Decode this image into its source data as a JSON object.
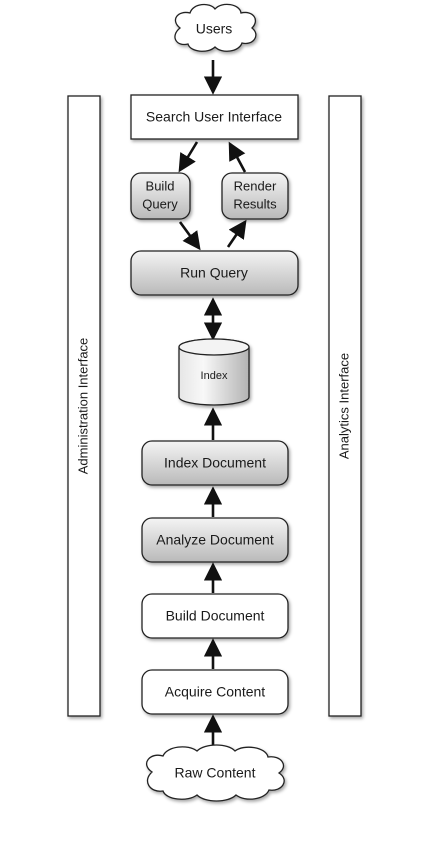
{
  "diagram": {
    "nodes": {
      "users": "Users",
      "search_ui": "Search User Interface",
      "build_query_1": "Build",
      "build_query_2": "Query",
      "render_results_1": "Render",
      "render_results_2": "Results",
      "run_query": "Run Query",
      "index": "Index",
      "index_document": "Index Document",
      "analyze_document": "Analyze Document",
      "build_document": "Build Document",
      "acquire_content": "Acquire Content",
      "raw_content": "Raw Content",
      "administration_interface": "Administration Interface",
      "analytics_interface": "Analytics Interface"
    }
  }
}
